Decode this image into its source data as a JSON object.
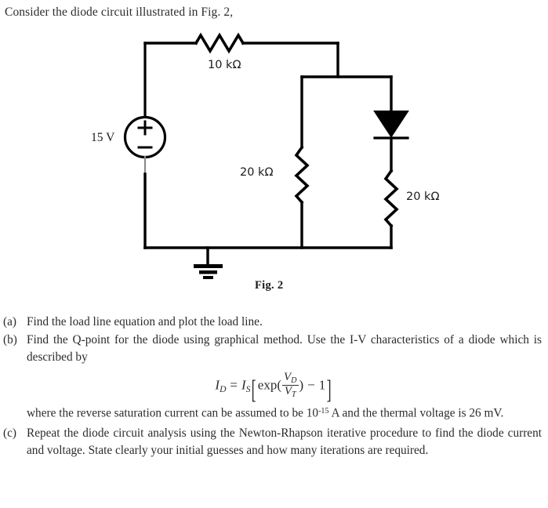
{
  "intro": {
    "text": "Consider the diode circuit illustrated in Fig. 2,"
  },
  "figure": {
    "caption": "Fig. 2",
    "source_label": "15 V",
    "source_plus": "+",
    "source_minus": "−",
    "resistor_top_label": "10 kΩ",
    "resistor_mid_label": "20 kΩ",
    "resistor_right_label": "20 kΩ",
    "components": [
      {
        "name": "voltage-source",
        "value": "15 V"
      },
      {
        "name": "resistor-10k",
        "value": "10 kΩ"
      },
      {
        "name": "resistor-20k-middle",
        "value": "20 kΩ"
      },
      {
        "name": "resistor-20k-right",
        "value": "20 kΩ"
      },
      {
        "name": "diode",
        "value": ""
      },
      {
        "name": "ground",
        "value": ""
      }
    ],
    "stroke_color": "#000000",
    "background_color": "#ffffff"
  },
  "questions": [
    {
      "marker": "(a)",
      "text": "Find the load line equation and plot the load line."
    },
    {
      "marker": "(b)",
      "text": "Find the Q-point for the diode using graphical method. Use the I-V characteristics of a diode which is described by"
    },
    {
      "marker": "(c)",
      "text": "Repeat the diode circuit analysis using the Newton-Rhapson iterative procedure to find the diode current and voltage. State clearly your initial guesses and how many iterations are required."
    }
  ],
  "equation": {
    "lhs_symbol": "I",
    "lhs_sub": "D",
    "equals": "=",
    "is_symbol": "I",
    "is_sub": "S",
    "bracket_open": "[",
    "exp_label": "exp",
    "paren_open": "(",
    "numerator_symbol": "V",
    "numerator_sub": "D",
    "denominator_symbol": "V",
    "denominator_sub": "T",
    "paren_close": ")",
    "minus": "−",
    "one": "1",
    "bracket_close": "]",
    "plain": "I_D = I_S [ exp(V_D / V_T) - 1 ]"
  },
  "note": {
    "line1_pre": "where the reverse saturation current can be assumed to be 10",
    "line1_exp": "-15",
    "line1_post": " A and the thermal voltage is 26 mV."
  }
}
